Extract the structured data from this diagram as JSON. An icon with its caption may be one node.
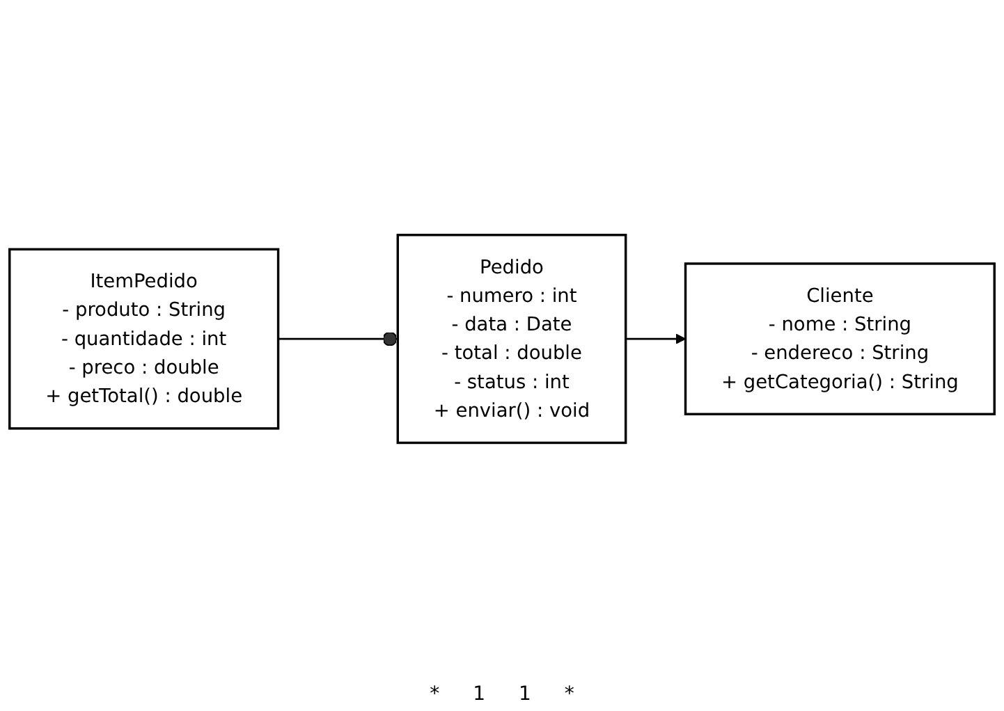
{
  "diagram": {
    "nodes": [
      {
        "text": [
          "Pedido",
          "- numero : int",
          "- data : Date",
          "- total : double",
          "- status : int",
          "+ enviar() : void"
        ]
      },
      {
        "text": [
          "Cliente",
          "- nome : String",
          "- endereco : String",
          "+ getCategoria() : String"
        ]
      },
      {
        "text": [
          "ItemPedido",
          "- produto : String",
          "- quantidade : int",
          "- preco : double",
          "+ getTotal() : double"
        ]
      }
    ],
    "edges": [
      {
        "from": 0,
        "to": 1,
        "arrow": "to"
      },
      {
        "from": 0,
        "to": 2,
        "arrow": "other"
      }
    ],
    "labels": [
      "*",
      "1",
      "1",
      "*"
    ]
  }
}
